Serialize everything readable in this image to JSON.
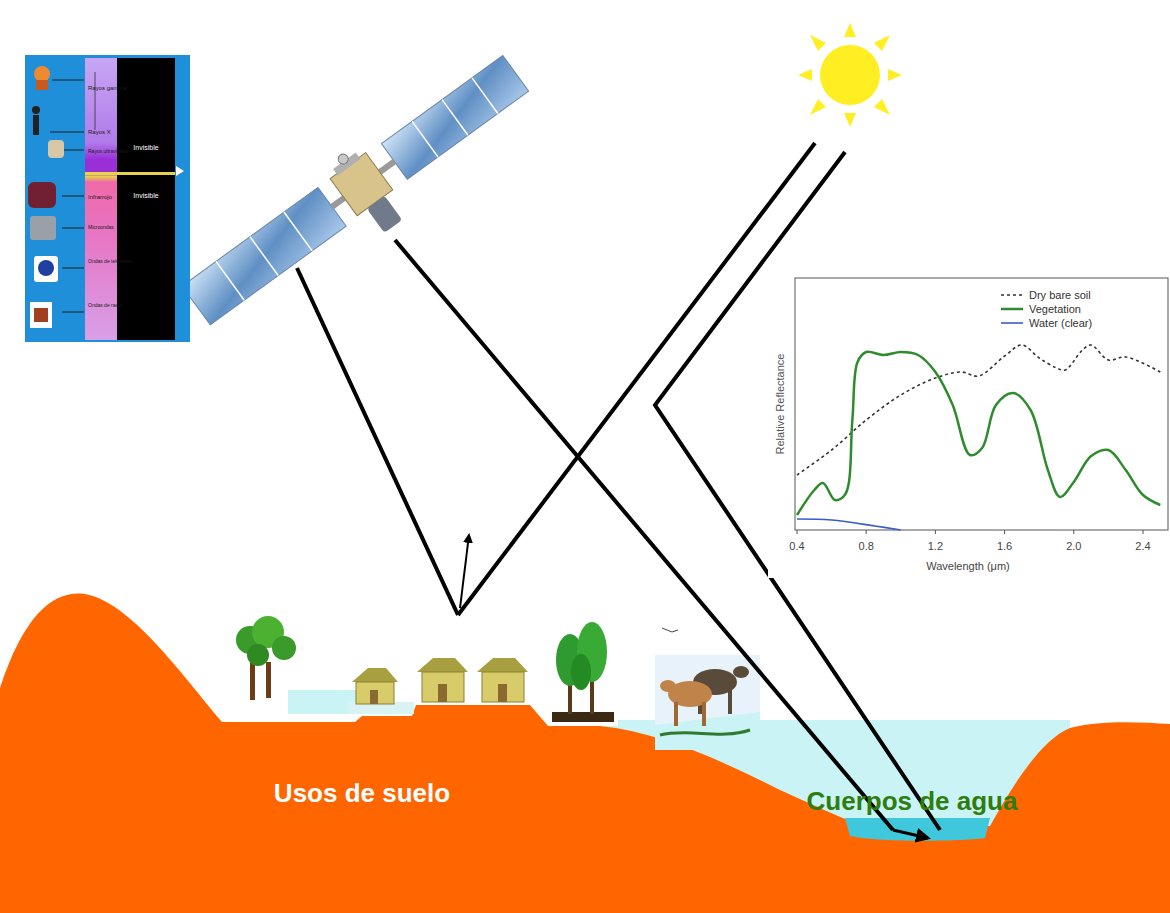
{
  "diagram": {
    "labels": [
      "Rayos gamma",
      "Rayos X",
      "Rayos ultravioleta",
      "Invisible",
      "Invisible",
      "Infrarrojo",
      "Microondas",
      "Ondas de televisión",
      "Ondas de radio",
      "Relative Reflectance",
      "Wavelength (μm)",
      "0.4",
      "0.8",
      "1.2",
      "1.6",
      "2.0",
      "2.4",
      "Usos de suelo",
      "Cuerpos de agua"
    ],
    "legend": [
      {
        "text": "Dry bare soil"
      },
      {
        "text": "Vegetation"
      },
      {
        "text": "Water (clear)"
      }
    ]
  }
}
